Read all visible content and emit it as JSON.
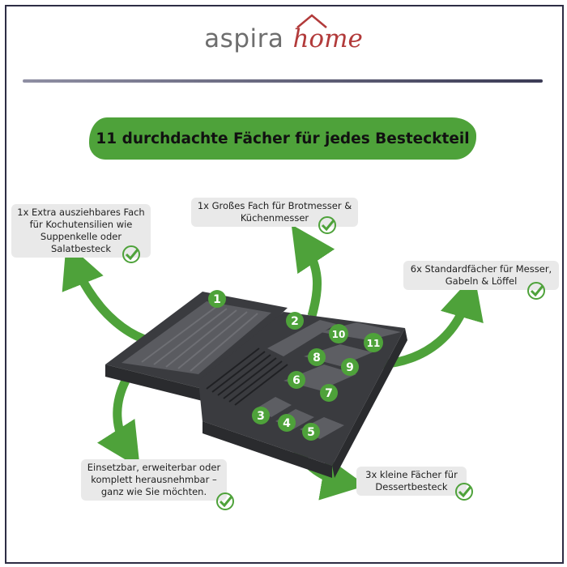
{
  "logo": {
    "brand": "aspira",
    "home": "home"
  },
  "banner": {
    "title": "11 durchdachte Fächer für jedes Besteckteil"
  },
  "callouts": {
    "extra": {
      "lines": [
        "1x Extra ausziehbares Fach",
        "für Kochutensilien wie",
        "Suppenkelle oder",
        "Salatbesteck"
      ]
    },
    "large": {
      "lines": [
        "1x Großes Fach für Brotmesser &",
        "Küchenmesser"
      ]
    },
    "standard": {
      "lines": [
        "6x Standardfächer für Messer,",
        "Gabeln & Löffel"
      ]
    },
    "insert": {
      "lines": [
        "Einsetzbar, erweiterbar oder",
        "komplett herausnehmbar –",
        "ganz wie Sie möchten."
      ]
    },
    "small": {
      "lines": [
        "3x kleine Fächer für",
        "Dessertbesteck"
      ]
    }
  },
  "compartments": [
    "1",
    "2",
    "3",
    "4",
    "5",
    "6",
    "7",
    "8",
    "9",
    "10",
    "11"
  ],
  "colors": {
    "accent_green": "#4ea23a",
    "tray": "#3a3b3f",
    "logo_red": "#b23a3a",
    "logo_gray": "#6e6e6e"
  },
  "icons": [
    "check-circle-icon",
    "curved-arrow-icon",
    "house-roof-icon"
  ]
}
